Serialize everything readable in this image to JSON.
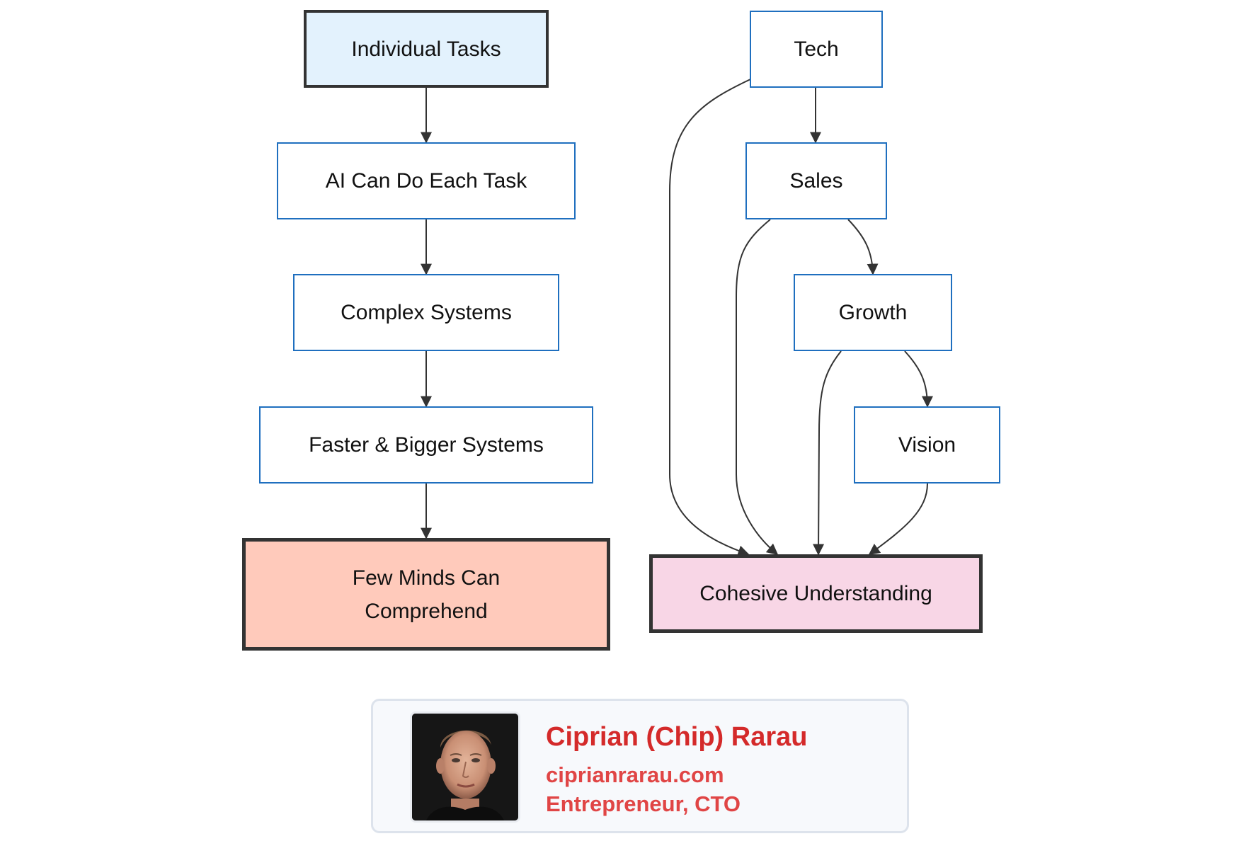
{
  "diagram": {
    "left_chain": {
      "individual_tasks": "Individual Tasks",
      "ai_can_do_each_task": "AI Can Do Each Task",
      "complex_systems": "Complex Systems",
      "faster_bigger_systems": "Faster & Bigger Systems",
      "few_minds_can_comprehend": "Few Minds Can\nComprehend"
    },
    "right_chain": {
      "tech": "Tech",
      "sales": "Sales",
      "growth": "Growth",
      "vision": "Vision",
      "cohesive_understanding": "Cohesive Understanding"
    },
    "edges": [
      [
        "individual_tasks",
        "ai_can_do_each_task"
      ],
      [
        "ai_can_do_each_task",
        "complex_systems"
      ],
      [
        "complex_systems",
        "faster_bigger_systems"
      ],
      [
        "faster_bigger_systems",
        "few_minds_can_comprehend"
      ],
      [
        "tech",
        "sales"
      ],
      [
        "sales",
        "growth"
      ],
      [
        "growth",
        "vision"
      ],
      [
        "tech",
        "cohesive_understanding"
      ],
      [
        "sales",
        "cohesive_understanding"
      ],
      [
        "growth",
        "cohesive_understanding"
      ],
      [
        "vision",
        "cohesive_understanding"
      ]
    ],
    "colors": {
      "start_fill": "#e3f2fd",
      "problem_fill": "#ffcabb",
      "solution_fill": "#f8d6e6",
      "node_border": "#1f6fbf",
      "emphasis_border": "#333333",
      "edge": "#333333"
    }
  },
  "author_card": {
    "name": "Ciprian (Chip) Rarau",
    "website": "ciprianrarau.com",
    "role": "Entrepreneur, CTO",
    "avatar": "author-portrait-photo",
    "text_color": "#d42a2a"
  }
}
